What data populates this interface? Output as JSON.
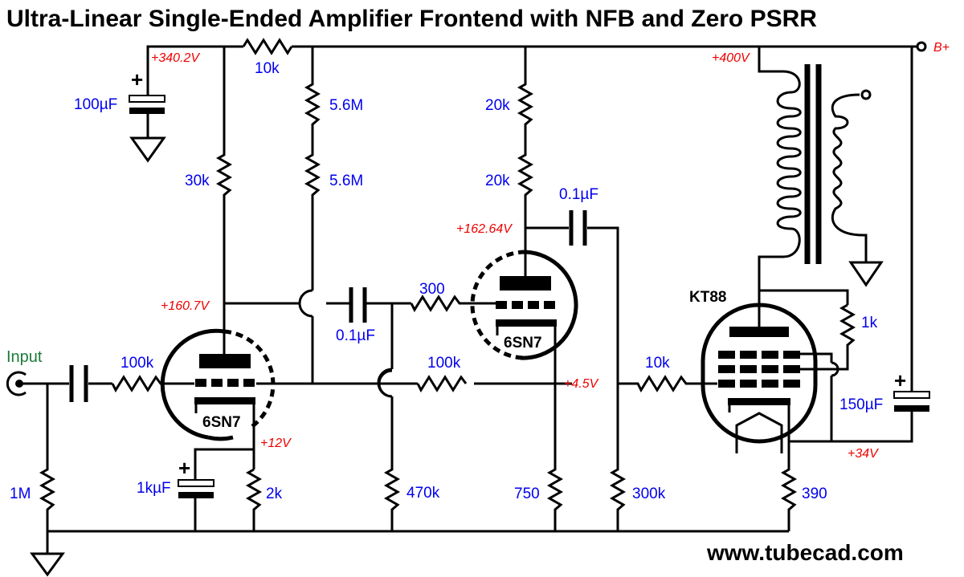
{
  "title": "Ultra-Linear Single-Ended Amplifier Frontend with NFB and Zero PSRR",
  "website": "www.tubecad.com",
  "colors": {
    "component_value": "#0000ee",
    "voltage": "#ee0000",
    "input_label": "#1a7a3a",
    "wire": "#000000"
  },
  "labels": {
    "input": "Input",
    "b_plus": "B+"
  },
  "tubes": {
    "v1": "6SN7",
    "v2": "6SN7",
    "v3": "KT88"
  },
  "resistors": {
    "r_supply": "10k",
    "r_div_top": "5.6M",
    "r_div_bottom": "5.6M",
    "r_plate1": "30k",
    "r_plate2a": "20k",
    "r_plate2b": "20k",
    "r_grid_stop1": "100k",
    "r_grid_leak_in": "1M",
    "r_cathode1": "2k",
    "r_grid_stop2": "300",
    "r_fb": "100k",
    "r_bias2": "470k",
    "r_cathode2": "750",
    "r_grid_leak3": "300k",
    "r_grid_stop3": "10k",
    "r_screen": "1k",
    "r_cathode3": "390"
  },
  "capacitors": {
    "c_supply": "100µF",
    "c_input": "",
    "c_cathode1": "1kµF",
    "c_couple1": "0.1µF",
    "c_couple2": "0.1µF",
    "c_cathode3": "150µF"
  },
  "voltages": {
    "supply_node": "+340.2V",
    "b_plus": "+400V",
    "v1_plate": "+160.7V",
    "v1_cathode": "+12V",
    "v2_plate": "+162.64V",
    "v2_cathode": "+4.5V",
    "v3_cathode": "+34V"
  }
}
